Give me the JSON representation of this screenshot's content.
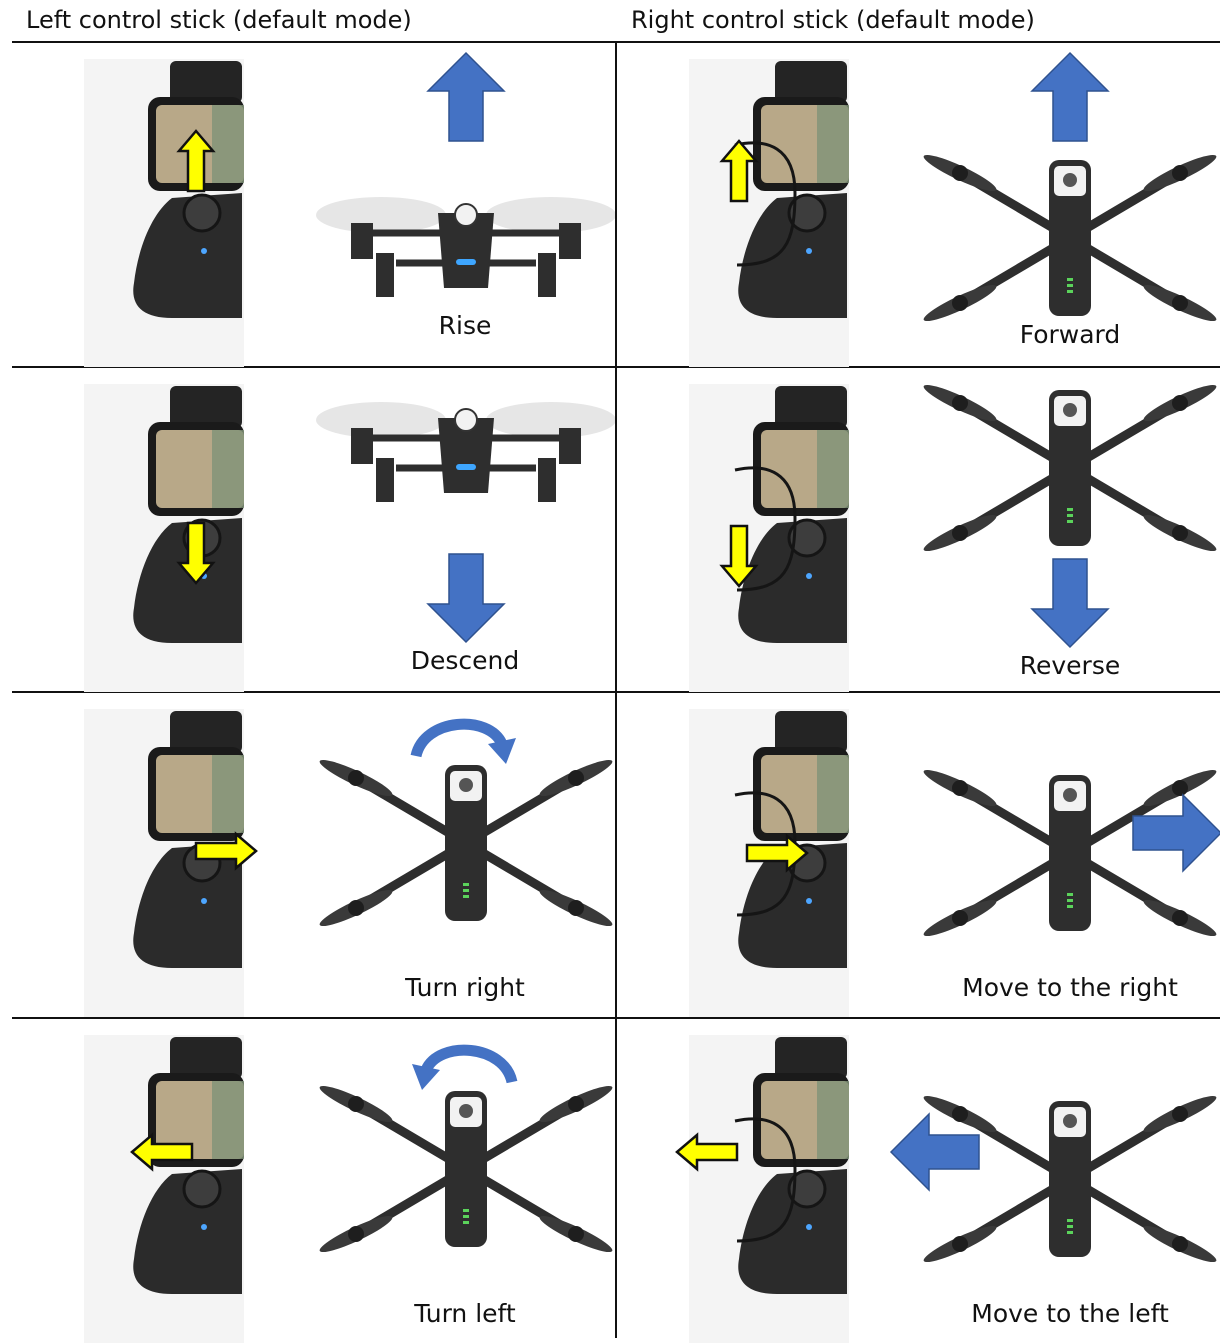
{
  "headers": {
    "left": "Left control stick (default mode)",
    "right": "Right control stick (default mode)"
  },
  "cells": [
    {
      "label": "Rise",
      "stick": "left",
      "stick_arrow": "up",
      "drone_view": "front",
      "motion": "up"
    },
    {
      "label": "Forward",
      "stick": "right",
      "stick_arrow": "up",
      "drone_view": "top",
      "motion": "up"
    },
    {
      "label": "Descend",
      "stick": "left",
      "stick_arrow": "down",
      "drone_view": "front",
      "motion": "down"
    },
    {
      "label": "Reverse",
      "stick": "right",
      "stick_arrow": "down",
      "drone_view": "top",
      "motion": "down"
    },
    {
      "label": "Turn right",
      "stick": "left",
      "stick_arrow": "right",
      "drone_view": "top",
      "motion": "rotate-cw"
    },
    {
      "label": "Move to the right",
      "stick": "right",
      "stick_arrow": "right",
      "drone_view": "top",
      "motion": "right"
    },
    {
      "label": "Turn left",
      "stick": "left",
      "stick_arrow": "left",
      "drone_view": "top",
      "motion": "rotate-ccw"
    },
    {
      "label": "Move to the left",
      "stick": "right",
      "stick_arrow": "left",
      "drone_view": "top",
      "motion": "left"
    }
  ],
  "colors": {
    "stick_arrow": "#ffff00",
    "motion_arrow": "#4472c4",
    "controller": "#2b2b2b",
    "drone": "#2e2e2e"
  }
}
